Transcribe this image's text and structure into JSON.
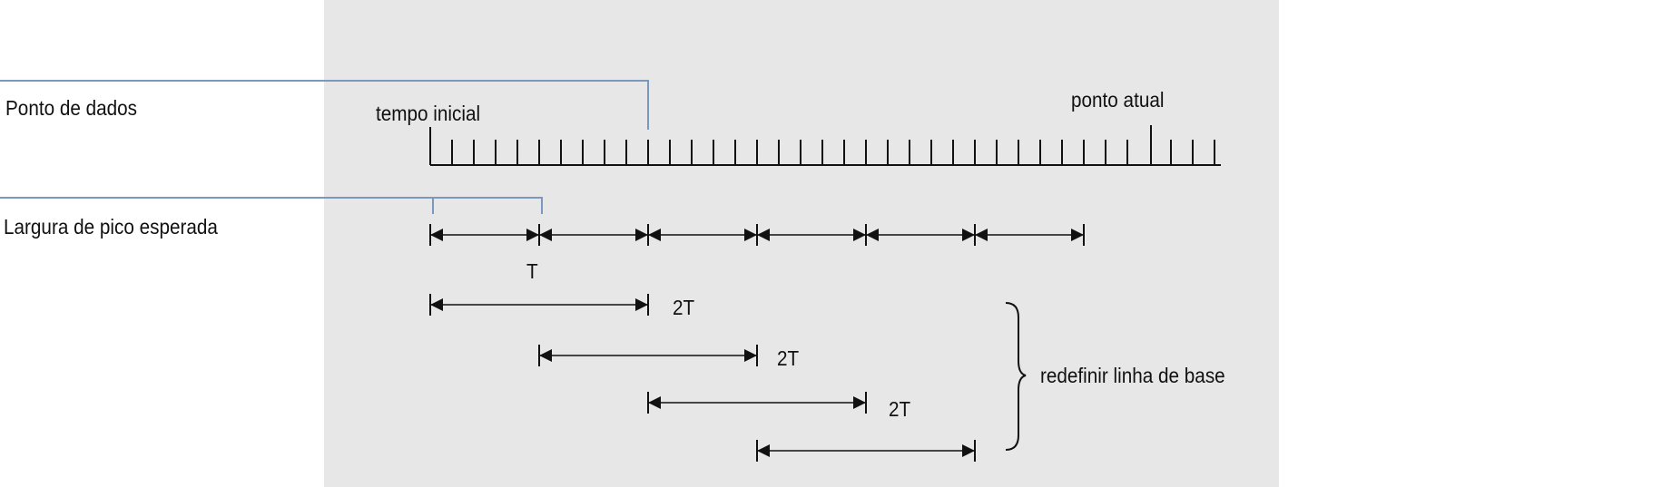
{
  "labels": {
    "data_point": "Ponto de dados",
    "peak_width": "Largura de pico esperada",
    "start_time": "tempo inicial",
    "current_point": "ponto atual",
    "t": "T",
    "two_t": "2T",
    "reset_baseline": "redefinir linha de base"
  },
  "colors": {
    "panel_bg": "#e7e7e7",
    "callout_line": "#7d98bf",
    "ink": "#111111"
  },
  "timeline": {
    "tick_count": 37,
    "current_point_index": 33
  },
  "intervals": {
    "t_segments": 6,
    "two_t_windows": 4
  }
}
